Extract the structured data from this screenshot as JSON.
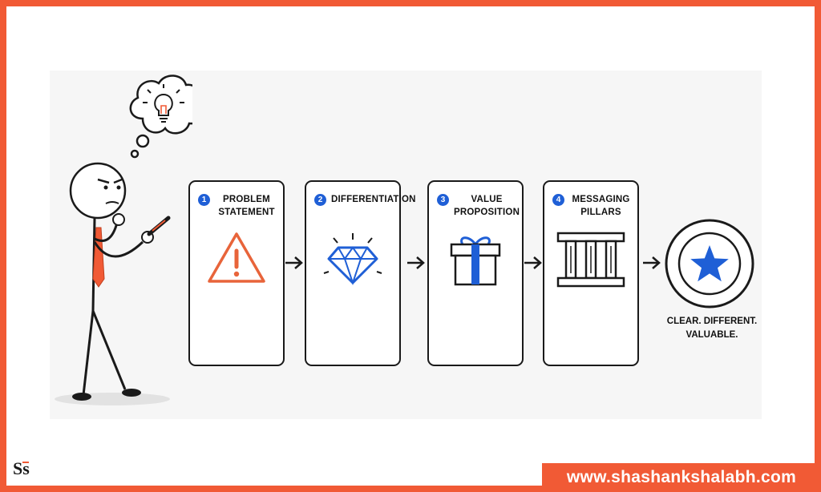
{
  "steps": [
    {
      "number": "1",
      "title": "PROBLEM STATEMENT",
      "icon": "warning-icon"
    },
    {
      "number": "2",
      "title": "DIFFERENTIATION",
      "icon": "diamond-icon"
    },
    {
      "number": "3",
      "title": "VALUE PROPOSITION",
      "icon": "gift-icon"
    },
    {
      "number": "4",
      "title": "MESSAGING PILLARS",
      "icon": "pillars-icon"
    }
  ],
  "outcome": {
    "text": "CLEAR. DIFFERENT. VALUABLE.",
    "icon": "star-icon"
  },
  "figure": {
    "icon": "thinking-person-icon",
    "thought_icon": "lightbulb-icon"
  },
  "branding": {
    "logo": "Ss",
    "website": "www.shashankshalabh.com"
  },
  "colors": {
    "border": "#f15a35",
    "accent_blue": "#1f5fd6",
    "warning": "#e8643a",
    "ink": "#1a1a1a"
  }
}
